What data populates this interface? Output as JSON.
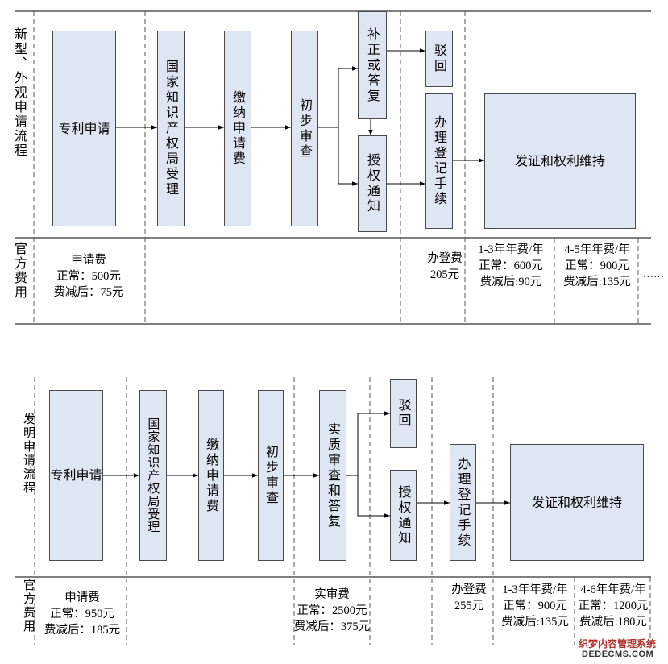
{
  "top": {
    "section_label": "新型、外观申请流程",
    "fee_label": "官方费用",
    "steps": {
      "apply": "专利申请",
      "accept": "国家知识产权局受理",
      "pay": "缴纳申请费",
      "prelim": "初步审查",
      "correct": "补正或答复",
      "reject": "驳回",
      "grant": "授权通知",
      "register": "办理登记手续",
      "maintain": "发证和权利维持"
    },
    "fees": {
      "app_title": "申请费",
      "app_normal": "正常：500元",
      "app_reduced": "费减后：75元",
      "reg_title": "办登费",
      "reg_amount": "205元",
      "y1_title": "1-3年年费/年",
      "y1_normal": "正常：600元",
      "y1_reduced": "费减后:90元",
      "y2_title": "4-5年年费/年",
      "y2_normal": "正常：900元",
      "y2_reduced": "费减后:135元",
      "more": "……"
    }
  },
  "bottom": {
    "section_label": "发明申请流程",
    "fee_label": "官方费用",
    "steps": {
      "apply": "专利申请",
      "accept": "国家知识产权局受理",
      "pay": "缴纳申请费",
      "prelim": "初步审查",
      "substantive": "实质审查和答复",
      "reject": "驳回",
      "grant": "授权通知",
      "register": "办理登记手续",
      "maintain": "发证和权利维持"
    },
    "fees": {
      "app_title": "申请费",
      "app_normal": "正常：950元",
      "app_reduced": "费减后：185元",
      "sub_title": "实审费",
      "sub_normal": "正常：2500元",
      "sub_reduced": "费减后：375元",
      "reg_title": "办登费",
      "reg_amount": "255元",
      "y1_title": "1-3年年费/年",
      "y1_normal": "正常：900元",
      "y1_reduced": "费减后:135元",
      "y2_title": "4-6年年费/年",
      "y2_normal": "正常：1200元",
      "y2_reduced": "费减后:180元"
    }
  },
  "watermark": {
    "line1": "织梦内容管理系统",
    "line2": "DEDECMS.COM"
  },
  "colors": {
    "box_fill": "#dfe6f3",
    "border": "#4a4a4a",
    "line": "#000000"
  }
}
